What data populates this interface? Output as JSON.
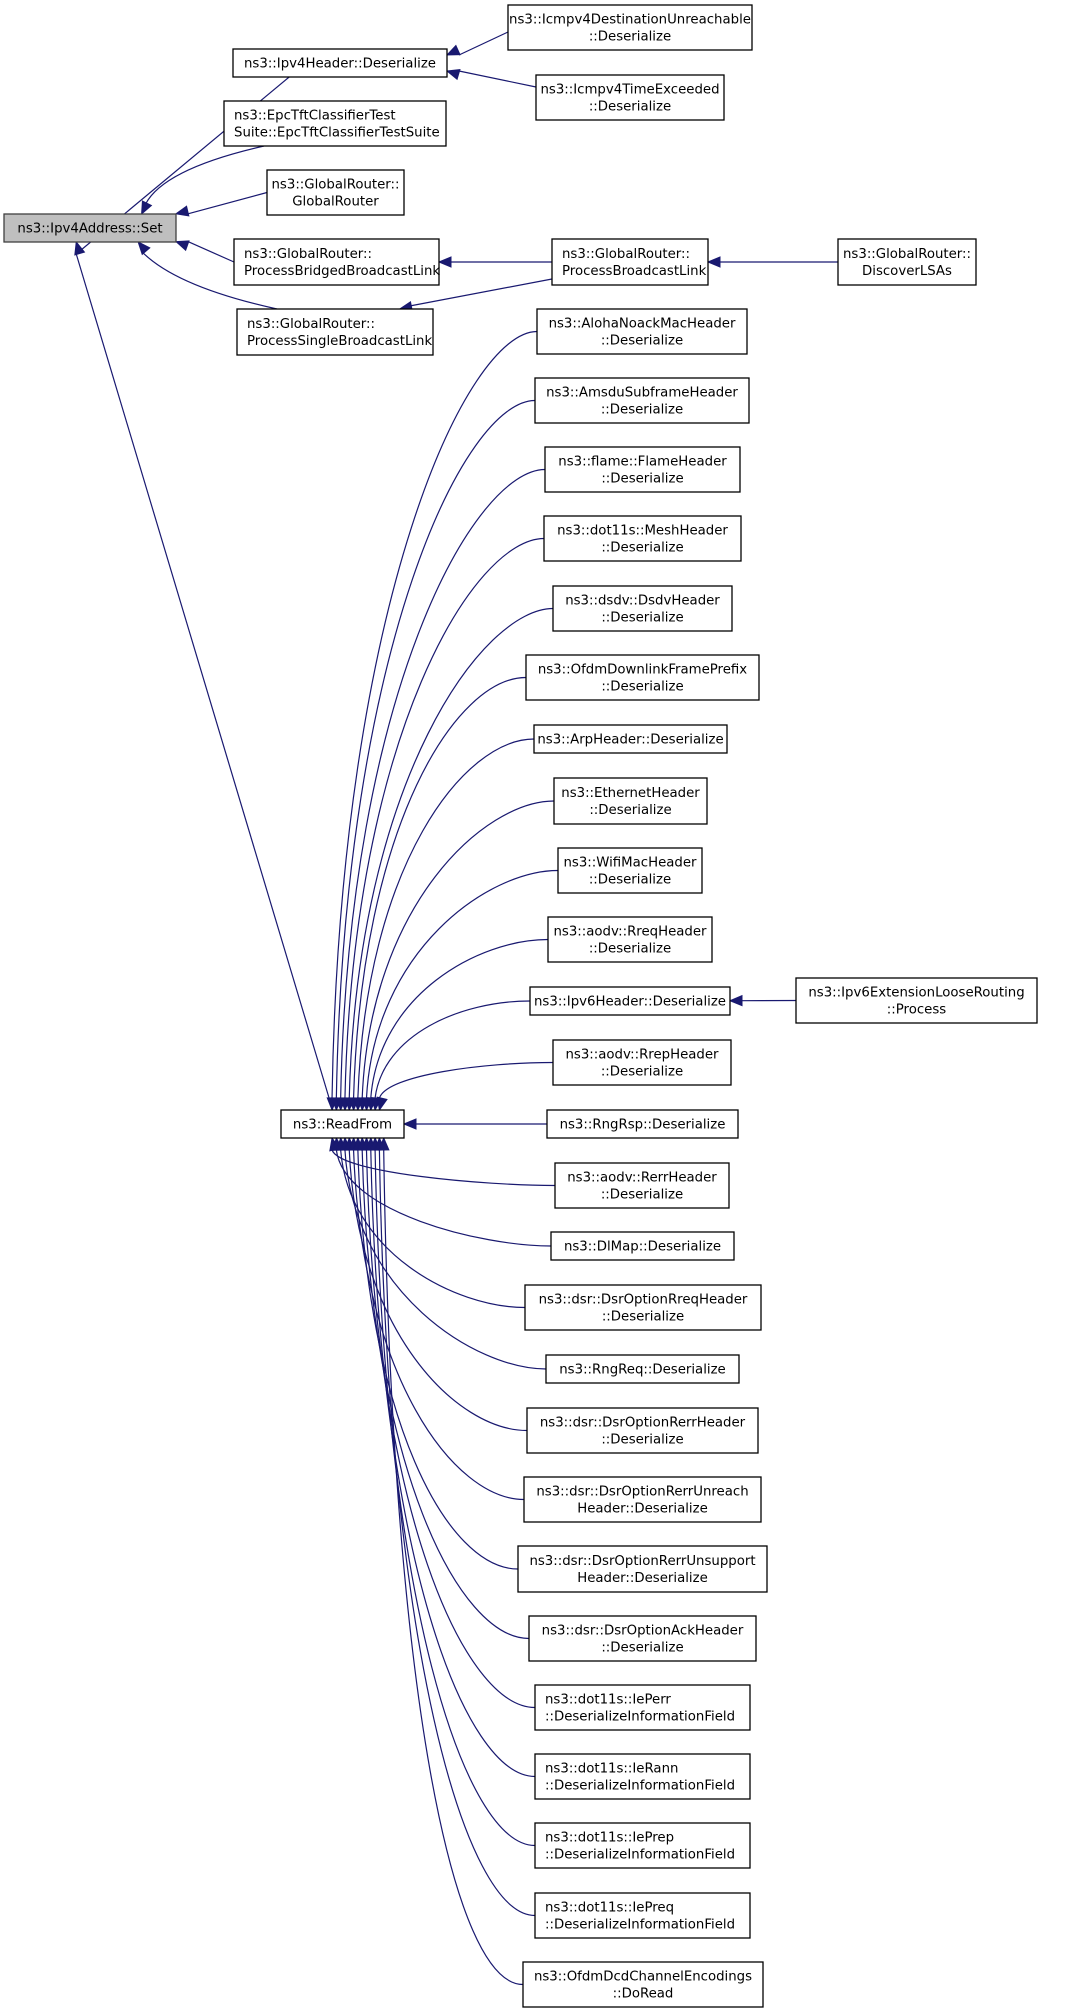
{
  "diagram": {
    "type": "doxygen-caller-graph",
    "root": "set",
    "nodes": [
      {
        "id": "set",
        "lines": [
          "ns3::Ipv4Address::Set"
        ],
        "highlighted": true,
        "align": "middle"
      },
      {
        "id": "ipv4h",
        "lines": [
          "ns3::Ipv4Header::Deserialize"
        ],
        "align": "middle"
      },
      {
        "id": "icmpdu",
        "lines": [
          "ns3::Icmpv4DestinationUnreachable",
          "::Deserialize"
        ],
        "align": "middle"
      },
      {
        "id": "icmpte",
        "lines": [
          "ns3::Icmpv4TimeExceeded",
          "::Deserialize"
        ],
        "align": "middle"
      },
      {
        "id": "epctft",
        "lines": [
          "ns3::EpcTftClassifierTest",
          "Suite::EpcTftClassifierTestSuite"
        ],
        "align": "start"
      },
      {
        "id": "grgr",
        "lines": [
          "ns3::GlobalRouter::",
          "GlobalRouter"
        ],
        "align": "middle"
      },
      {
        "id": "grpbbl",
        "lines": [
          "ns3::GlobalRouter::",
          "ProcessBridgedBroadcastLink"
        ],
        "align": "start"
      },
      {
        "id": "grpsbl",
        "lines": [
          "ns3::GlobalRouter::",
          "ProcessSingleBroadcastLink"
        ],
        "align": "start"
      },
      {
        "id": "grpbl",
        "lines": [
          "ns3::GlobalRouter::",
          "ProcessBroadcastLink"
        ],
        "align": "start"
      },
      {
        "id": "grdl",
        "lines": [
          "ns3::GlobalRouter::",
          "DiscoverLSAs"
        ],
        "align": "middle"
      },
      {
        "id": "readfrom",
        "lines": [
          "ns3::ReadFrom"
        ],
        "align": "middle"
      },
      {
        "id": "aloha",
        "lines": [
          "ns3::AlohaNoackMacHeader",
          "::Deserialize"
        ],
        "align": "middle"
      },
      {
        "id": "amsdu",
        "lines": [
          "ns3::AmsduSubframeHeader",
          "::Deserialize"
        ],
        "align": "middle"
      },
      {
        "id": "flame",
        "lines": [
          "ns3::flame::FlameHeader",
          "::Deserialize"
        ],
        "align": "middle"
      },
      {
        "id": "mesh",
        "lines": [
          "ns3::dot11s::MeshHeader",
          "::Deserialize"
        ],
        "align": "middle"
      },
      {
        "id": "dsdv",
        "lines": [
          "ns3::dsdv::DsdvHeader",
          "::Deserialize"
        ],
        "align": "middle"
      },
      {
        "id": "ofdmdl",
        "lines": [
          "ns3::OfdmDownlinkFramePrefix",
          "::Deserialize"
        ],
        "align": "middle"
      },
      {
        "id": "arp",
        "lines": [
          "ns3::ArpHeader::Deserialize"
        ],
        "align": "middle"
      },
      {
        "id": "eth",
        "lines": [
          "ns3::EthernetHeader",
          "::Deserialize"
        ],
        "align": "middle"
      },
      {
        "id": "wifi",
        "lines": [
          "ns3::WifiMacHeader",
          "::Deserialize"
        ],
        "align": "middle"
      },
      {
        "id": "rreq",
        "lines": [
          "ns3::aodv::RreqHeader",
          "::Deserialize"
        ],
        "align": "middle"
      },
      {
        "id": "ipv6h",
        "lines": [
          "ns3::Ipv6Header::Deserialize"
        ],
        "align": "middle"
      },
      {
        "id": "ipv6lr",
        "lines": [
          "ns3::Ipv6ExtensionLooseRouting",
          "::Process"
        ],
        "align": "middle"
      },
      {
        "id": "rrep",
        "lines": [
          "ns3::aodv::RrepHeader",
          "::Deserialize"
        ],
        "align": "middle"
      },
      {
        "id": "rngrsp",
        "lines": [
          "ns3::RngRsp::Deserialize"
        ],
        "align": "middle"
      },
      {
        "id": "rerr",
        "lines": [
          "ns3::aodv::RerrHeader",
          "::Deserialize"
        ],
        "align": "middle"
      },
      {
        "id": "dlmap",
        "lines": [
          "ns3::DlMap::Deserialize"
        ],
        "align": "middle"
      },
      {
        "id": "dsrrreq",
        "lines": [
          "ns3::dsr::DsrOptionRreqHeader",
          "::Deserialize"
        ],
        "align": "middle"
      },
      {
        "id": "rngreq",
        "lines": [
          "ns3::RngReq::Deserialize"
        ],
        "align": "middle"
      },
      {
        "id": "dsrrerr",
        "lines": [
          "ns3::dsr::DsrOptionRerrHeader",
          "::Deserialize"
        ],
        "align": "middle"
      },
      {
        "id": "dsrunreach",
        "lines": [
          "ns3::dsr::DsrOptionRerrUnreach",
          "Header::Deserialize"
        ],
        "align": "middle"
      },
      {
        "id": "dsrunsupp",
        "lines": [
          "ns3::dsr::DsrOptionRerrUnsupport",
          "Header::Deserialize"
        ],
        "align": "middle"
      },
      {
        "id": "dsrack",
        "lines": [
          "ns3::dsr::DsrOptionAckHeader",
          "::Deserialize"
        ],
        "align": "middle"
      },
      {
        "id": "ieperr",
        "lines": [
          "ns3::dot11s::IePerr",
          "::DeserializeInformationField"
        ],
        "align": "start"
      },
      {
        "id": "ierann",
        "lines": [
          "ns3::dot11s::IeRann",
          "::DeserializeInformationField"
        ],
        "align": "start"
      },
      {
        "id": "ieprep",
        "lines": [
          "ns3::dot11s::IePrep",
          "::DeserializeInformationField"
        ],
        "align": "start"
      },
      {
        "id": "iepreq",
        "lines": [
          "ns3::dot11s::IePreq",
          "::DeserializeInformationField"
        ],
        "align": "start"
      },
      {
        "id": "ofdmdcd",
        "lines": [
          "ns3::OfdmDcdChannelEncodings",
          "::DoRead"
        ],
        "align": "middle"
      }
    ],
    "edges": [
      {
        "from": "ipv4h",
        "to": "set"
      },
      {
        "from": "epctft",
        "to": "set"
      },
      {
        "from": "grgr",
        "to": "set"
      },
      {
        "from": "grpbbl",
        "to": "set"
      },
      {
        "from": "grpsbl",
        "to": "set"
      },
      {
        "from": "readfrom",
        "to": "set"
      },
      {
        "from": "icmpdu",
        "to": "ipv4h"
      },
      {
        "from": "icmpte",
        "to": "ipv4h"
      },
      {
        "from": "grpbl",
        "to": "grpbbl"
      },
      {
        "from": "grpbl",
        "to": "grpsbl"
      },
      {
        "from": "grdl",
        "to": "grpbl"
      },
      {
        "from": "aloha",
        "to": "readfrom"
      },
      {
        "from": "amsdu",
        "to": "readfrom"
      },
      {
        "from": "flame",
        "to": "readfrom"
      },
      {
        "from": "mesh",
        "to": "readfrom"
      },
      {
        "from": "dsdv",
        "to": "readfrom"
      },
      {
        "from": "ofdmdl",
        "to": "readfrom"
      },
      {
        "from": "arp",
        "to": "readfrom"
      },
      {
        "from": "eth",
        "to": "readfrom"
      },
      {
        "from": "wifi",
        "to": "readfrom"
      },
      {
        "from": "rreq",
        "to": "readfrom"
      },
      {
        "from": "ipv6h",
        "to": "readfrom"
      },
      {
        "from": "ipv6lr",
        "to": "ipv6h"
      },
      {
        "from": "rrep",
        "to": "readfrom"
      },
      {
        "from": "rngrsp",
        "to": "readfrom"
      },
      {
        "from": "rerr",
        "to": "readfrom"
      },
      {
        "from": "dlmap",
        "to": "readfrom"
      },
      {
        "from": "dsrrreq",
        "to": "readfrom"
      },
      {
        "from": "rngreq",
        "to": "readfrom"
      },
      {
        "from": "dsrrerr",
        "to": "readfrom"
      },
      {
        "from": "dsrunreach",
        "to": "readfrom"
      },
      {
        "from": "dsrunsupp",
        "to": "readfrom"
      },
      {
        "from": "dsrack",
        "to": "readfrom"
      },
      {
        "from": "ieperr",
        "to": "readfrom"
      },
      {
        "from": "ierann",
        "to": "readfrom"
      },
      {
        "from": "ieprep",
        "to": "readfrom"
      },
      {
        "from": "iepreq",
        "to": "readfrom"
      },
      {
        "from": "ofdmdcd",
        "to": "readfrom"
      }
    ],
    "colors": {
      "edge": "#191970",
      "node_border": "#000000",
      "root_fill": "#bfbfbf",
      "node_fill": "#ffffff"
    }
  }
}
